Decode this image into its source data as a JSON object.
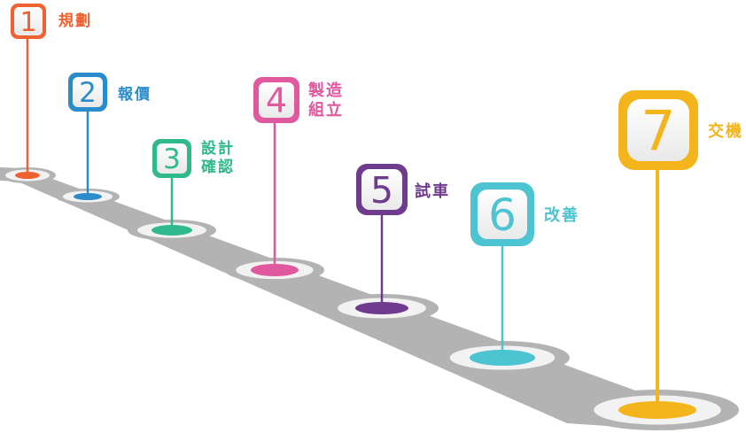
{
  "steps": [
    {
      "number": "1",
      "label": [
        "規劃"
      ],
      "color": "#ef6131"
    },
    {
      "number": "2",
      "label": [
        "報價"
      ],
      "color": "#2b8ccb"
    },
    {
      "number": "3",
      "label": [
        "設計",
        "確認"
      ],
      "color": "#2fb98c"
    },
    {
      "number": "4",
      "label": [
        "製造",
        "組立"
      ],
      "color": "#e0589e"
    },
    {
      "number": "5",
      "label": [
        "試車"
      ],
      "color": "#6e3b8e"
    },
    {
      "number": "6",
      "label": [
        "改善"
      ],
      "color": "#4cc4d1"
    },
    {
      "number": "7",
      "label": [
        "交機"
      ],
      "color": "#f4b41c"
    }
  ],
  "road_color": "#b3b3b3"
}
